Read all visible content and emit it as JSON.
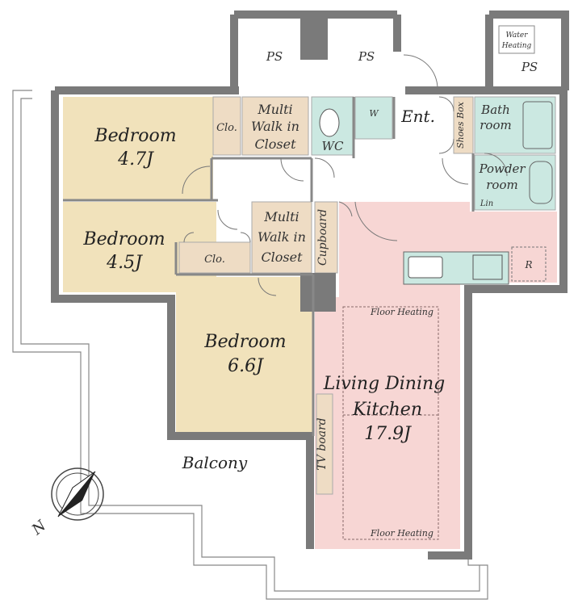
{
  "rooms": {
    "bedroom1": {
      "name": "Bedroom",
      "size": "4.7J"
    },
    "bedroom2": {
      "name": "Bedroom",
      "size": "4.5J"
    },
    "bedroom3": {
      "name": "Bedroom",
      "size": "6.6J"
    },
    "ldk": {
      "line1": "Living Dining",
      "line2": "Kitchen",
      "size": "17.9J"
    }
  },
  "labels": {
    "ps": "PS",
    "water_heating_1": "Water",
    "water_heating_2": "Heating",
    "closet": "Clo.",
    "walk_in_1": "Multi",
    "walk_in_2": "Walk in",
    "walk_in_3": "Closet",
    "wc": "WC",
    "washer": "W",
    "entrance": "Ent.",
    "shoes_box": "Shoes Box",
    "bath_1": "Bath",
    "bath_2": "room",
    "powder_1": "Powder",
    "powder_2": "room",
    "linen": "Lin",
    "cupboard": "Cupboard",
    "refrigerator": "R",
    "floor_heating": "Floor Heating",
    "tv_board": "TV board",
    "balcony": "Balcony",
    "north": "N"
  },
  "colors": {
    "wall": "#7a7a7a",
    "bedroom": "#f1e2bb",
    "closet": "#eedcc4",
    "ldk": "#f7d6d4",
    "wet": "#cbe8e1",
    "corridor": "#ffffff"
  }
}
